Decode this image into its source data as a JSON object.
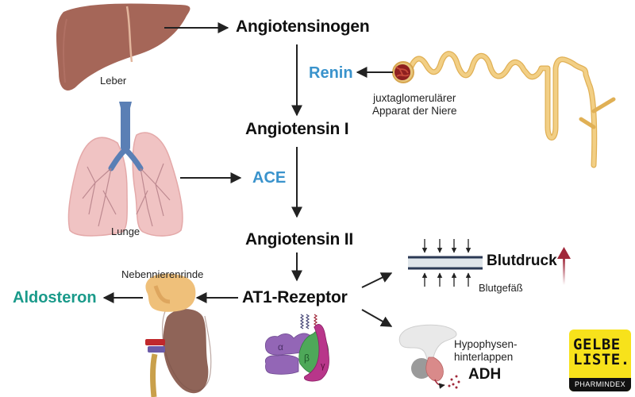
{
  "diagram": {
    "nodes": {
      "angiotensinogen": "Angiotensinogen",
      "renin": "Renin",
      "angiotensin_1": "Angiotensin I",
      "ace": "ACE",
      "angiotensin_2": "Angiotensin II",
      "at1_receptor": "AT1-Rezeptor",
      "aldosteron": "Aldosteron",
      "blutdruck": "Blutdruck",
      "adh": "ADH"
    },
    "organ_labels": {
      "liver": "Leber",
      "lung": "Lunge",
      "jg_apparatus_line1": "juxtaglomerulärer",
      "jg_apparatus_line2": "Apparat der Niere",
      "adrenal_cortex": "Nebennierenrinde",
      "blood_vessel": "Blutgefäß",
      "pituitary_line1": "Hypophysen-",
      "pituitary_line2": "hinterlappen"
    },
    "receptor_subunits": [
      "α",
      "β",
      "γ"
    ],
    "colors": {
      "enzyme_blue": "#3a93cc",
      "hormone_teal": "#1a9a8a",
      "increase_arrow": "#a0283a",
      "logo_yellow": "#f7e21b"
    }
  },
  "logo": {
    "line1": "GELBE",
    "line2": "LISTE.",
    "tagline": "PHARMINDEX"
  }
}
